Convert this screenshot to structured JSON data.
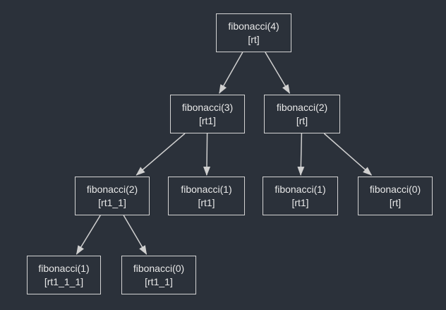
{
  "diagram": {
    "type": "recursion-tree",
    "colors": {
      "background": "#2b313a",
      "node_border": "#d3d3d3",
      "node_fill": "#2b313a",
      "text": "#e8e8e8",
      "edge": "#d0d0d0"
    },
    "nodes": [
      {
        "id": "n0",
        "call": "fibonacci(4)",
        "var": "[rt]"
      },
      {
        "id": "n1",
        "call": "fibonacci(3)",
        "var": "[rt1]"
      },
      {
        "id": "n2",
        "call": "fibonacci(2)",
        "var": "[rt]"
      },
      {
        "id": "n3",
        "call": "fibonacci(2)",
        "var": "[rt1_1]"
      },
      {
        "id": "n4",
        "call": "fibonacci(1)",
        "var": "[rt1]"
      },
      {
        "id": "n5",
        "call": "fibonacci(1)",
        "var": "[rt1]"
      },
      {
        "id": "n6",
        "call": "fibonacci(0)",
        "var": "[rt]"
      },
      {
        "id": "n7",
        "call": "fibonacci(1)",
        "var": "[rt1_1_1]"
      },
      {
        "id": "n8",
        "call": "fibonacci(0)",
        "var": "[rt1_1]"
      }
    ],
    "edges": [
      {
        "from": "n0",
        "to": "n1"
      },
      {
        "from": "n0",
        "to": "n2"
      },
      {
        "from": "n1",
        "to": "n3"
      },
      {
        "from": "n1",
        "to": "n4"
      },
      {
        "from": "n2",
        "to": "n5"
      },
      {
        "from": "n2",
        "to": "n6"
      },
      {
        "from": "n3",
        "to": "n7"
      },
      {
        "from": "n3",
        "to": "n8"
      }
    ]
  }
}
